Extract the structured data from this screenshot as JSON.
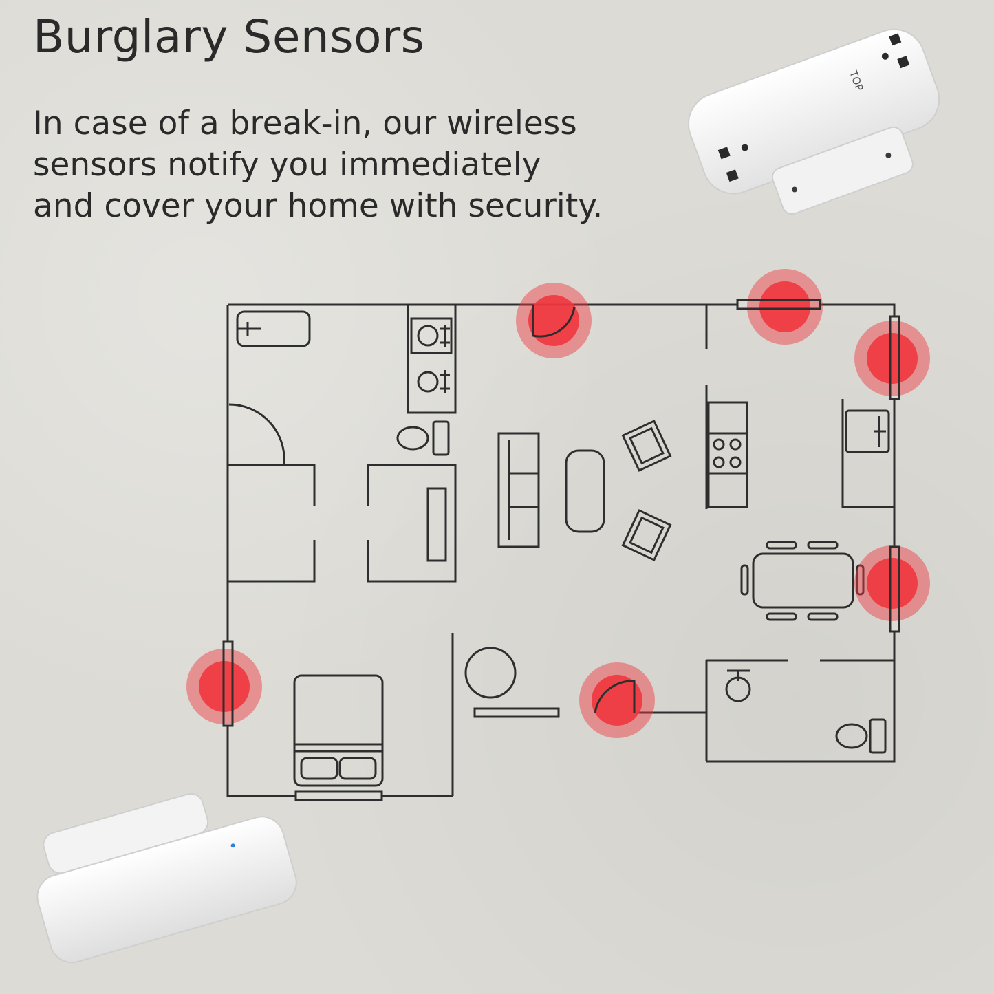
{
  "header": {
    "title": "Burglary Sensors",
    "description_lines": [
      "In case of a break-in, our wireless",
      "sensors notify you immediately",
      "and cover your home with security."
    ]
  },
  "product": {
    "label_top": "TOP"
  },
  "colors": {
    "background": "#dcdbd5",
    "line": "#2e2e2e",
    "sensor_marker": "#f0363f",
    "device_body": "#f7f7f7"
  },
  "icons": [
    "sensor-marker-icon",
    "bathtub-icon",
    "sink-icon",
    "toilet-icon",
    "sofa-icon",
    "armchair-icon",
    "coffee-table-icon",
    "stove-icon",
    "dining-table-icon",
    "bed-icon",
    "round-table-icon"
  ]
}
